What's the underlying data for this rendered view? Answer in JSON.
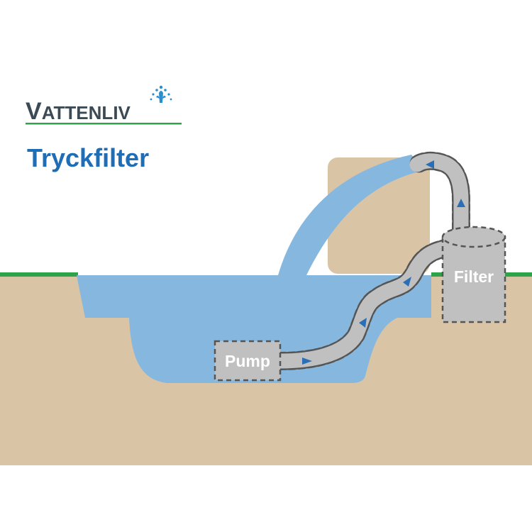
{
  "logo": {
    "brand_first": "V",
    "brand_rest": "ATTENL",
    "brand_i": "I",
    "brand_last": "V"
  },
  "title": "Tryckfilter",
  "labels": {
    "pump": "Pump",
    "filter": "Filter"
  },
  "colors": {
    "soil": "#d9c4a6",
    "grass": "#2ea44a",
    "water": "#86b8df",
    "equipment": "#c0c0c0",
    "dash": "#555555",
    "arrow": "#2a6fb5",
    "title": "#1f6db5",
    "logo_dark": "#3b4a55",
    "logo_line": "#2ea44a"
  },
  "icons": {
    "fountain": "fountain-icon",
    "flow_arrow": "flow-arrow-icon"
  }
}
